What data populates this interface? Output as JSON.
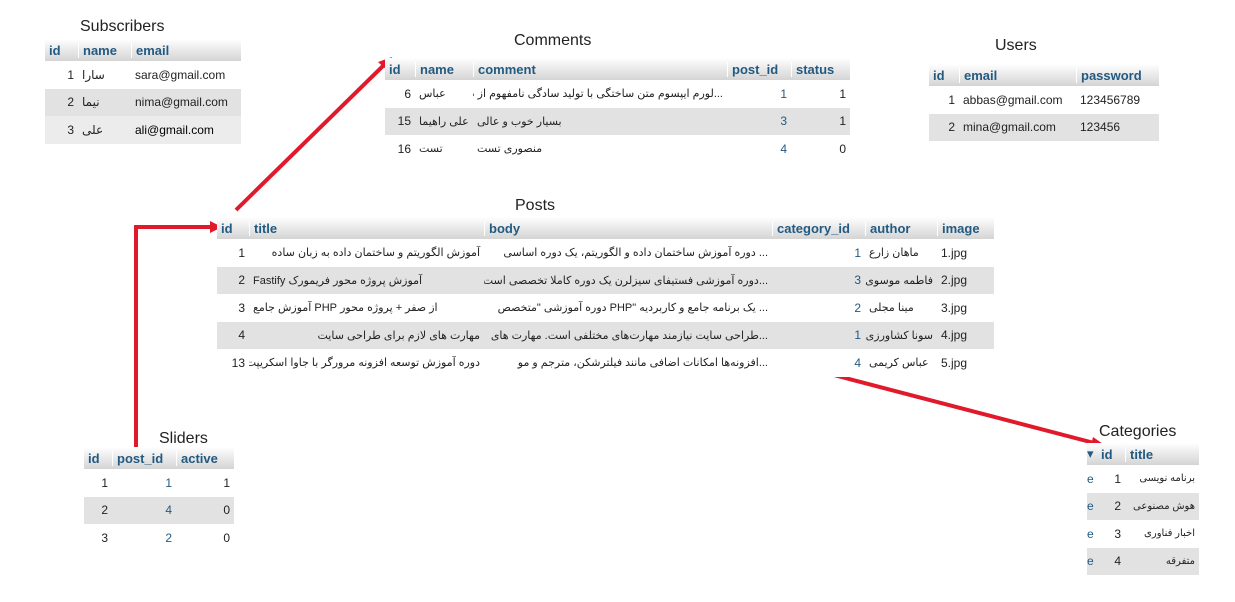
{
  "subscribers": {
    "title": "Subscribers",
    "columns": [
      "id",
      "name",
      "email"
    ],
    "rows": [
      [
        "1",
        "سارا",
        "sara@gmail.com"
      ],
      [
        "2",
        "نیما",
        "nima@gmail.com"
      ],
      [
        "3",
        "علی",
        "ali@gmail.com"
      ]
    ]
  },
  "comments": {
    "title": "Comments",
    "columns": [
      "id",
      "name",
      "comment",
      "post_id",
      "status"
    ],
    "rows": [
      [
        "6",
        "عباس",
        "...لورم ایپسوم متن ساختگی با تولید سادگی نامفهوم از ص",
        "1",
        "1"
      ],
      [
        "15",
        "علی راهیما",
        "بسیار خوب و عالی",
        "3",
        "1"
      ],
      [
        "16",
        "تست",
        "منصوری تست",
        "4",
        "0"
      ]
    ]
  },
  "users": {
    "title": "Users",
    "columns": [
      "id",
      "email",
      "password"
    ],
    "rows": [
      [
        "1",
        "abbas@gmail.com",
        "123456789"
      ],
      [
        "2",
        "mina@gmail.com",
        "123456"
      ]
    ]
  },
  "posts": {
    "title": "Posts",
    "columns": [
      "id",
      "title",
      "body",
      "category_id",
      "author",
      "image"
    ],
    "rows": [
      [
        "1",
        "آموزش الگوریتم و ساختمان داده به زبان ساده",
        "... دوره آموزش ساختمان داده و الگوریتم، یک دوره اساسی",
        "1",
        "ماهان زارع",
        "1.jpg"
      ],
      [
        "2",
        "آموزش پروژه محور فریمورک Fastify",
        "...دوره آموزشی فستیفای سیزلرن یک دوره کاملا تخصصی است",
        "3",
        "فاطمه موسوی",
        "2.jpg"
      ],
      [
        "3",
        "از صفر + پروژه محور PHP آموزش جامع",
        "... یک برنامه جامع و کاربردیه \"PHP دوره آموزشی \"متخصص",
        "2",
        "مینا مجلی",
        "3.jpg"
      ],
      [
        "4",
        "مهارت های لازم برای طراحی سایت",
        "...طراحی سایت نیازمند مهارت‌های مختلفی است. مهارت های",
        "1",
        "سونا کشاورزی",
        "4.jpg"
      ],
      [
        "13",
        "دوره آموزش توسعه افزونه مرورگر با جاوا اسکریپت",
        "...افزونه‌ها امکانات اضافی مانند فیلترشکن، مترجم و مو",
        "4",
        "عباس کریمی",
        "5.jpg"
      ]
    ]
  },
  "sliders": {
    "title": "Sliders",
    "columns": [
      "id",
      "post_id",
      "active"
    ],
    "rows": [
      [
        "1",
        "1",
        "1"
      ],
      [
        "2",
        "4",
        "0"
      ],
      [
        "3",
        "2",
        "0"
      ]
    ]
  },
  "categories": {
    "title": "Categories",
    "columns": [
      "id",
      "title"
    ],
    "rows": [
      [
        "1",
        "برنامه نویسی"
      ],
      [
        "2",
        "هوش مصنوعی"
      ],
      [
        "3",
        "اخبار فناوری"
      ],
      [
        "4",
        "متفرقه"
      ]
    ]
  },
  "colors": {
    "arrow": "#e0192b",
    "header_text": "#235a81",
    "row_alt": "#e2e2e2"
  }
}
